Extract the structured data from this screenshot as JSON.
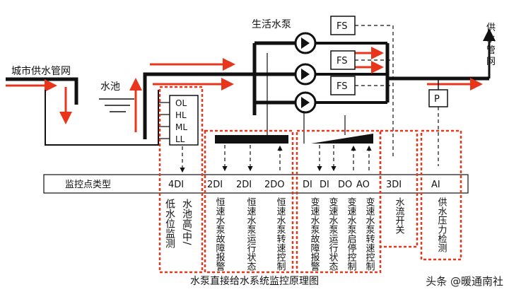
{
  "title_pump": "生活水泵",
  "label_city": "城市供水管网",
  "label_pool": "水池",
  "label_supply": [
    "供",
    "水",
    "管",
    "网"
  ],
  "fs": [
    "FS",
    "FS",
    "FS"
  ],
  "p": "P",
  "levels": [
    "OL",
    "HL",
    "ML",
    "LL"
  ],
  "row_header": "监控点类型",
  "types": [
    "4DI",
    "2DI",
    "2DI",
    "2DO",
    "DI",
    "DI",
    "DO",
    "AO",
    "3DI",
    "AI"
  ],
  "desc_pool": [
    "水池高/中/",
    "低水位监测"
  ],
  "desc_fixed": [
    "恒速水泵转速控制",
    "恒速水泵运行状态",
    "恒速水泵故障报警"
  ],
  "desc_vfd": [
    "变速水泵转速控制",
    "变速水泵启停控制",
    "变速水泵运行状态",
    "变速水泵故障报警"
  ],
  "desc_flow": "水流开关",
  "desc_ai": "供水压力检测",
  "caption": "水泵直接给水系统监控原理图",
  "watermark": "头条 @暖通南社",
  "colors": {
    "red": "#e8361c",
    "black": "#111111"
  }
}
